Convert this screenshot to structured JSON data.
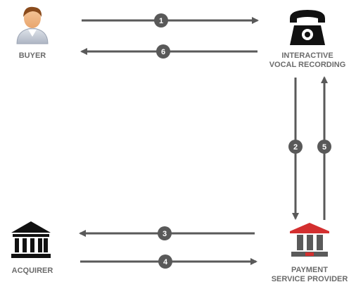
{
  "colors": {
    "arrow": "#595959",
    "badge": "#595959",
    "label": "#6b6b6b",
    "phone": "#111111",
    "bank": "#111111",
    "psp_roof": "#d32f2f",
    "psp_body": "#5a5a5a"
  },
  "actors": {
    "buyer": {
      "label": "BUYER",
      "icon": "person-icon"
    },
    "ivr": {
      "label_line1": "INTERACTIVE",
      "label_line2": "VOCAL RECORDING",
      "icon": "telephone-icon"
    },
    "acquirer": {
      "label": "ACQUIRER",
      "icon": "bank-icon"
    },
    "psp": {
      "label_line1": "PAYMENT",
      "label_line2": "SERVICE PROVIDER",
      "icon": "psp-building-icon"
    }
  },
  "steps": {
    "s1": "1",
    "s2": "2",
    "s3": "3",
    "s4": "4",
    "s5": "5",
    "s6": "6"
  }
}
